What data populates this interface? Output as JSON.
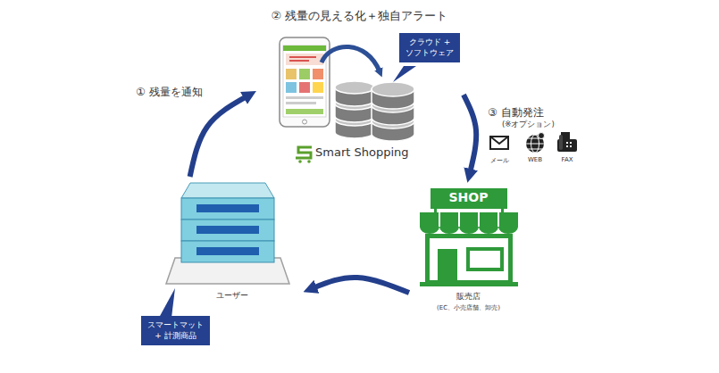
{
  "diagram": {
    "nodes": [
      {
        "text": [
          "② 残量の見える化＋独自アラート",
          "Smart Shopping"
        ]
      },
      {
        "text": [
          "クラウド + ソフトウェア"
        ]
      },
      {
        "text": [
          "SHOP",
          "販売店",
          "(EC、小売店舗、卸売)"
        ]
      },
      {
        "text": [
          "ユーザー"
        ]
      },
      {
        "text": [
          "スマートマット + 計測商品"
        ]
      }
    ],
    "edges": [
      {
        "from": 3,
        "to": 0,
        "label": "① 残量を通知",
        "arrow": "to"
      },
      {
        "from": 0,
        "to": 2,
        "label": "③ 自動発注",
        "arrow": "to"
      },
      {
        "from": 2,
        "to": 3,
        "arrow": "to"
      }
    ],
    "labels": [
      "(※オプション)",
      "メール",
      "WEB",
      "FAX"
    ]
  }
}
